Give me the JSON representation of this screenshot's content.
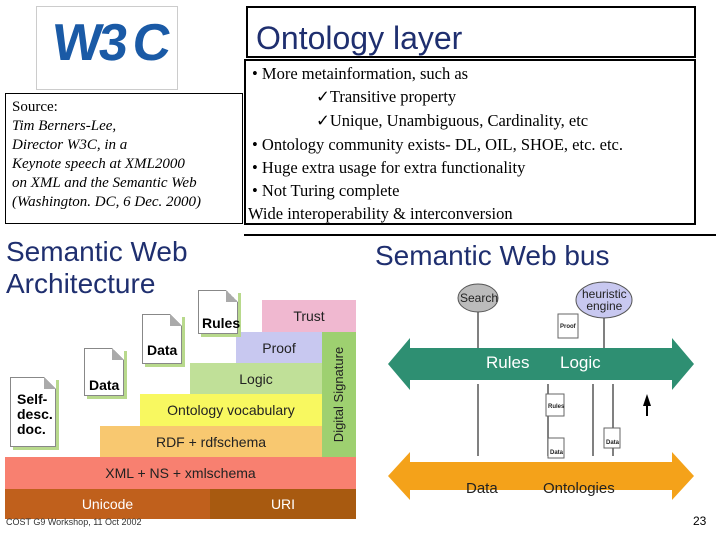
{
  "logo": {
    "w3": "W3",
    "c": "C"
  },
  "title": "Ontology layer",
  "source": {
    "label": "Source:",
    "lines": [
      "Tim Berners-Lee,",
      "Director W3C, in a",
      "Keynote speech at XML2000",
      "on XML and the Semantic Web",
      "(Washington. DC, 6 Dec. 2000)"
    ]
  },
  "bullets": [
    "• More metainformation, such as",
    "✓Transitive property",
    "✓Unique, Unambiguous, Cardinality, etc",
    "• Ontology community exists- DL, OIL, SHOE, etc. etc.",
    "• Huge extra usage for extra functionality",
    "• Not Turing complete",
    "Wide interoperability & interconversion"
  ],
  "arch": {
    "heading_line1": "Semantic Web",
    "heading_line2": "Architecture",
    "layers": {
      "trust": "Trust",
      "proof": "Proof",
      "logic": "Logic",
      "ontology": "Ontology vocabulary",
      "rdf": "RDF + rdfschema",
      "xml": "XML + NS + xmlschema",
      "unicode": "Unicode",
      "uri": "URI",
      "digsig": "Digital Signature"
    },
    "docs": {
      "rules": "Rules",
      "data1": "Data",
      "data2": "Data",
      "selfdesc1": "Self-",
      "selfdesc2": "desc.",
      "selfdesc3": "doc."
    },
    "colors": {
      "trust": "#f0b8d0",
      "proof": "#c8c8f0",
      "logic": "#c0e098",
      "ontology": "#f8f860",
      "rdf": "#f8c870",
      "xml": "#f88070",
      "unicode": "#c0601c",
      "uri": "#a85a10",
      "digsig": "#9ed070"
    }
  },
  "bus": {
    "heading": "Semantic Web bus",
    "search": "Search",
    "heuristic1": "heuristic",
    "heuristic2": "engine",
    "rules": "Rules",
    "logic": "Logic",
    "data": "Data",
    "ontologies": "Ontologies",
    "proof_doc": "Proof",
    "rules_doc": "Rules",
    "data_doc1": "Data",
    "data_doc2": "Data",
    "colors": {
      "upper_bus": "#2e8f72",
      "lower_bus": "#f4a21a",
      "nodes": "#bbbbbb"
    }
  },
  "footer": "COST G9 Workshop, 11 Oct 2002",
  "slide_number": "23"
}
